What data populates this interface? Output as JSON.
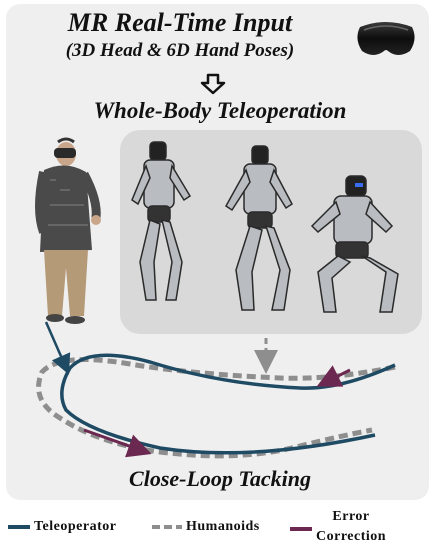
{
  "header": {
    "title": "MR Real-Time Input",
    "subtitle": "(3D Head & 6D Hand Poses)"
  },
  "main": {
    "stage_title": "Whole-Body Teleoperation",
    "loop_title": "Close-Loop Tacking"
  },
  "legend": {
    "teleoperator": "Teleoperator",
    "humanoids": "Humanoids",
    "error_line1": "Error",
    "error_line2": "Correction"
  },
  "colors": {
    "teleoperator": "#1f4a63",
    "humanoids": "#8e8e8e",
    "error": "#6b2850",
    "panel": "#efefef"
  },
  "icons": [
    "vr-headset-icon",
    "down-arrow-icon"
  ]
}
